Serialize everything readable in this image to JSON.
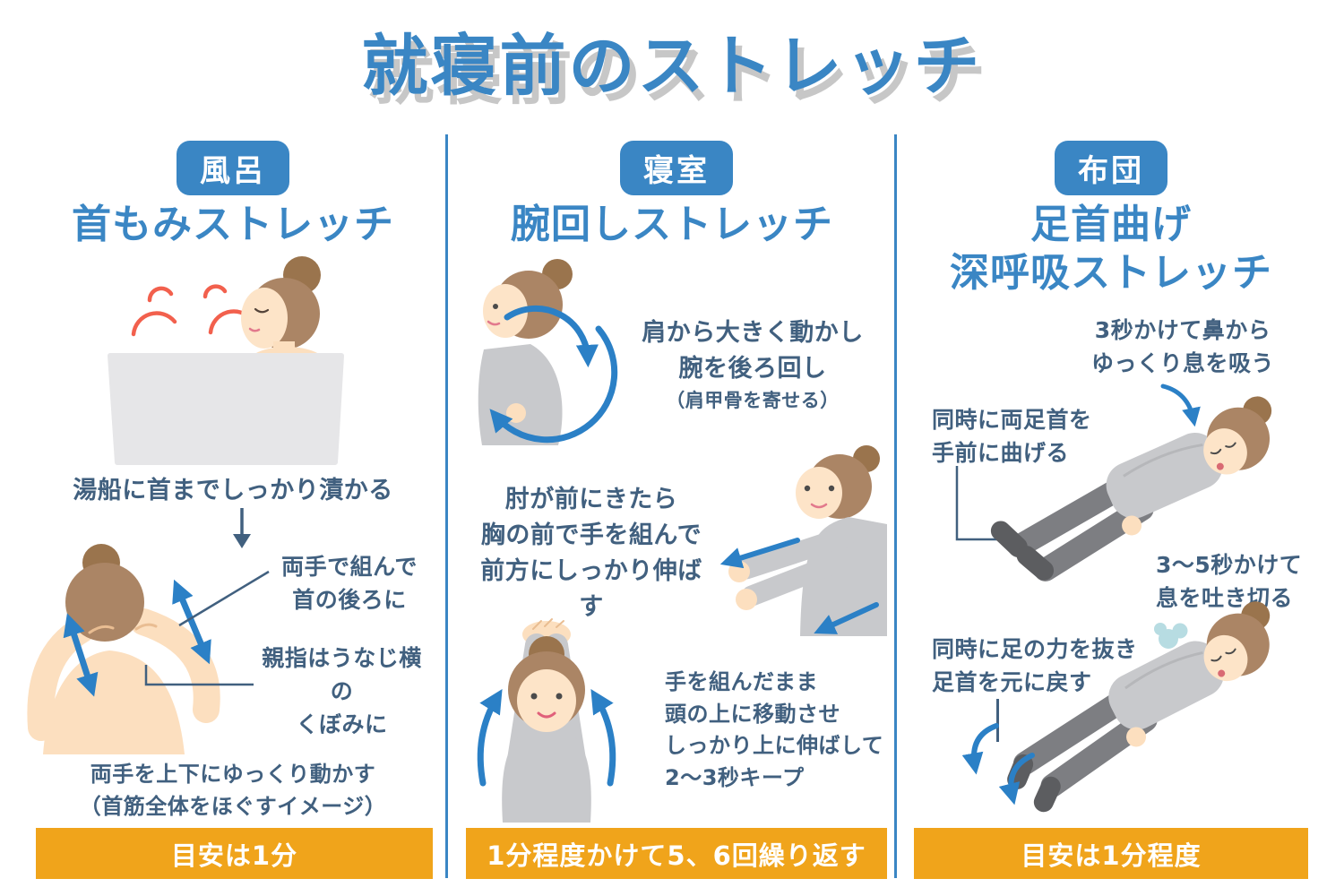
{
  "title": "就寝前のストレッチ",
  "colors": {
    "blue": "#3a86c4",
    "arrow_blue": "#2b80c6",
    "text_dark": "#41607f",
    "orange": "#f0a41b",
    "skin": "#fcdfbf",
    "face": "#fde4c8",
    "hair": "#ab8565",
    "hair_bun": "#9a744d",
    "sweater_gray": "#c8c9cc",
    "pants_gray": "#7d7e82",
    "shoe_gray": "#5c5d60",
    "tub_gray": "#e6e6e8",
    "steam_red": "#f2604d",
    "breath_teal": "#b7dce2"
  },
  "icons": {
    "steam": "steam-arcs-icon",
    "down_arrow": "down-arrow-icon",
    "updown_arrows": "up-down-double-arrow-icon",
    "rotation_arrows": "circular-rotation-arrow-icon",
    "stretch_arrows": "direction-arrow-icon",
    "raise_arrows": "upward-curved-arrow-icon",
    "breathe_arrow": "curved-breath-arrow-icon",
    "ankle_arrows": "ankle-release-curved-arrow-icon",
    "breath_puff": "breath-puff-icon"
  },
  "columns": [
    {
      "badge": "風呂",
      "title": "首もみストレッチ",
      "caption_soak": "湯船に首までしっかり漬かる",
      "label_hands": "両手で組んで\n首の後ろに",
      "label_thumb": "親指はうなじ横の\nくぼみに",
      "caption_move": "両手を上下にゆっくり動かす\n（首筋全体をほぐすイメージ）",
      "footer": "目安は1分"
    },
    {
      "badge": "寝室",
      "title": "腕回しストレッチ",
      "step1": "肩から大きく動かし\n腕を後ろ回し",
      "step1_note": "（肩甲骨を寄せる）",
      "step2": "肘が前にきたら\n胸の前で手を組んで\n前方にしっかり伸ばす",
      "step3": "手を組んだまま\n頭の上に移動させ\nしっかり上に伸ばして\n2～3秒キープ",
      "footer": "1分程度かけて5、6回繰り返す"
    },
    {
      "badge": "布団",
      "title": "足首曲げ\n深呼吸ストレッチ",
      "breathe_in": "3秒かけて鼻から\nゆっくり息を吸う",
      "bend_ankles": "同時に両足首を\n手前に曲げる",
      "breathe_out": "3～5秒かけて\n息を吐き切る",
      "relax": "同時に足の力を抜き\n足首を元に戻す",
      "footer": "目安は1分程度"
    }
  ]
}
